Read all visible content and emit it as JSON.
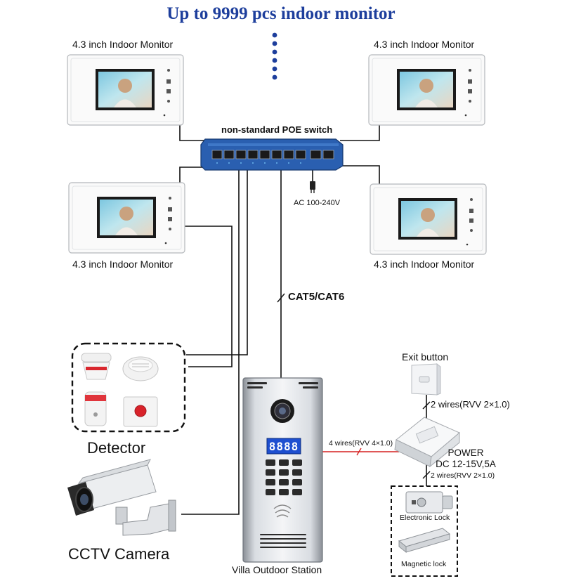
{
  "headline": "Up to 9999 pcs indoor monitor",
  "monitor_label": "4.3 inch Indoor Monitor",
  "switch_label": "non-standard POE switch",
  "ac_label": "AC 100-240V",
  "cable_label": "CAT5/CAT6",
  "detector_label": "Detector",
  "camera_label": "CCTV Camera",
  "outdoor_station_label": "Villa Outdoor Station",
  "outdoor_station_display": "8888",
  "exit_button_label": "Exit button",
  "exit_wires_label": "2 wires(RVV 2×1.0)",
  "station_wires_label": "4 wires(RVV 4×1.0)",
  "power_label_line1": "POWER",
  "power_label_line2": "DC 12-15V,5A",
  "lock_wires_label": "2 wires(RVV 2×1.0)",
  "electronic_lock_label": "Electronic Lock",
  "magnetic_lock_label": "Magnetic lock",
  "colors": {
    "headline": "#1d3e9c",
    "dots": "#1d3e9c",
    "switch_body": "#2a5fb0",
    "wire": "#111111",
    "red_wire": "#d62020",
    "display": "#1e4fd0"
  },
  "icons": [
    "monitor-screen-icon",
    "ethernet-port-icon",
    "power-plug-icon",
    "smoke-detector-icon",
    "siren-icon",
    "emergency-button-icon",
    "camera-icon",
    "keypad-icon",
    "door-lock-icon",
    "magnetic-lock-icon"
  ]
}
